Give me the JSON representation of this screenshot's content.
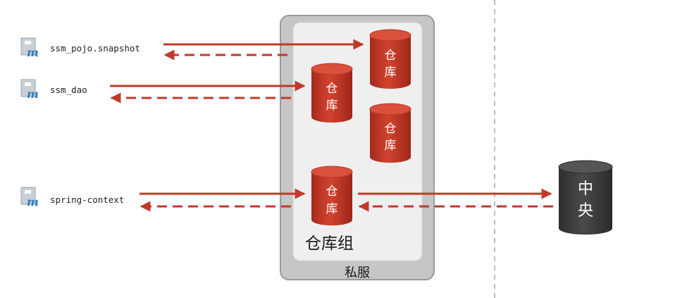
{
  "modules": [
    {
      "name": "ssm_pojo.snapshot",
      "icon": "maven-module-icon"
    },
    {
      "name": "ssm_dao",
      "icon": "maven-module-icon"
    },
    {
      "name": "spring-context",
      "icon": "maven-module-icon"
    }
  ],
  "warehouse_label_top": "仓",
  "warehouse_label_bottom": "库",
  "central_label_top": "中",
  "central_label_bottom": "央",
  "group_label": "仓库组",
  "private_server_label": "私服",
  "colors": {
    "arrow": "#c0392b",
    "cylinder": "#c0392b",
    "central": "#3a3a3a",
    "server_box": "#c8c8c8",
    "group_box": "#efefef",
    "divider": "#bbbbbb"
  }
}
